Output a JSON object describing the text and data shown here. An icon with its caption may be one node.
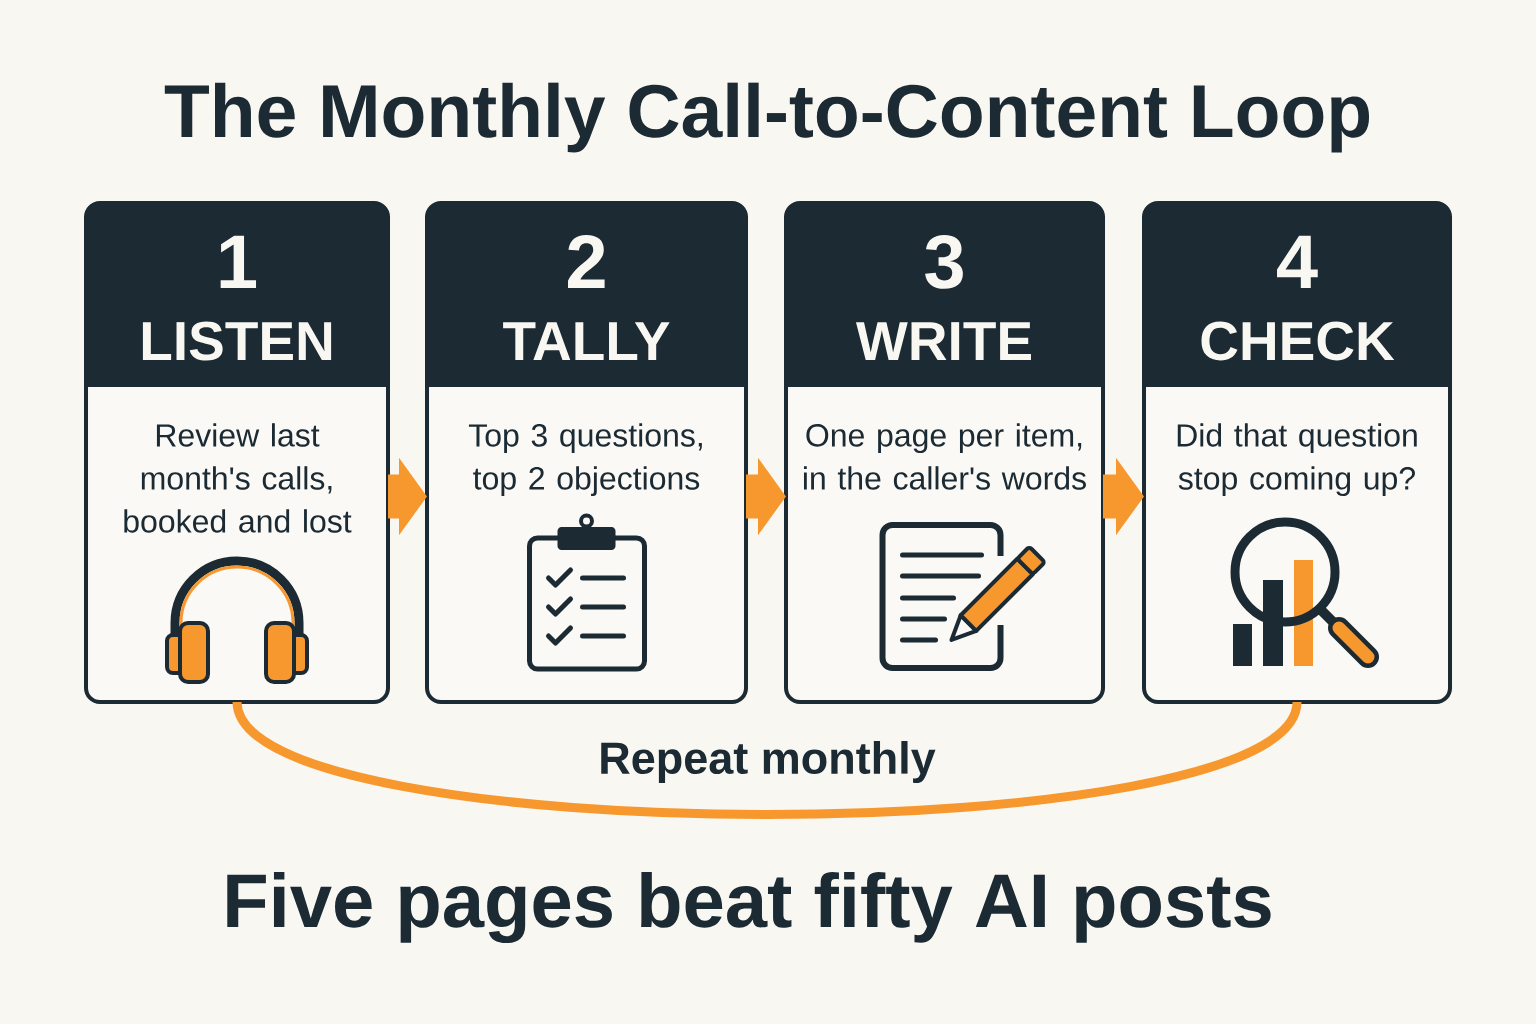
{
  "diagram": {
    "title": "The Monthly Call-to-Content Loop",
    "caption": "Five pages beat fifty AI posts",
    "nodes": [
      {
        "text": [
          "1",
          "LISTEN",
          "Review last month's calls, booked and lost"
        ]
      },
      {
        "text": [
          "2",
          "TALLY",
          "Top 3 questions, top 2 objections"
        ]
      },
      {
        "text": [
          "3",
          "WRITE",
          "One page per item, in the caller's words"
        ]
      },
      {
        "text": [
          "4",
          "CHECK",
          "Did that question stop coming up?"
        ]
      }
    ],
    "edges": [
      {
        "from": 0,
        "to": 1,
        "arrow": "to"
      },
      {
        "from": 1,
        "to": 2,
        "arrow": "to"
      },
      {
        "from": 2,
        "to": 3,
        "arrow": "to"
      },
      {
        "from": 3,
        "to": 0,
        "arrow": "none",
        "label": "Repeat monthly"
      }
    ]
  }
}
